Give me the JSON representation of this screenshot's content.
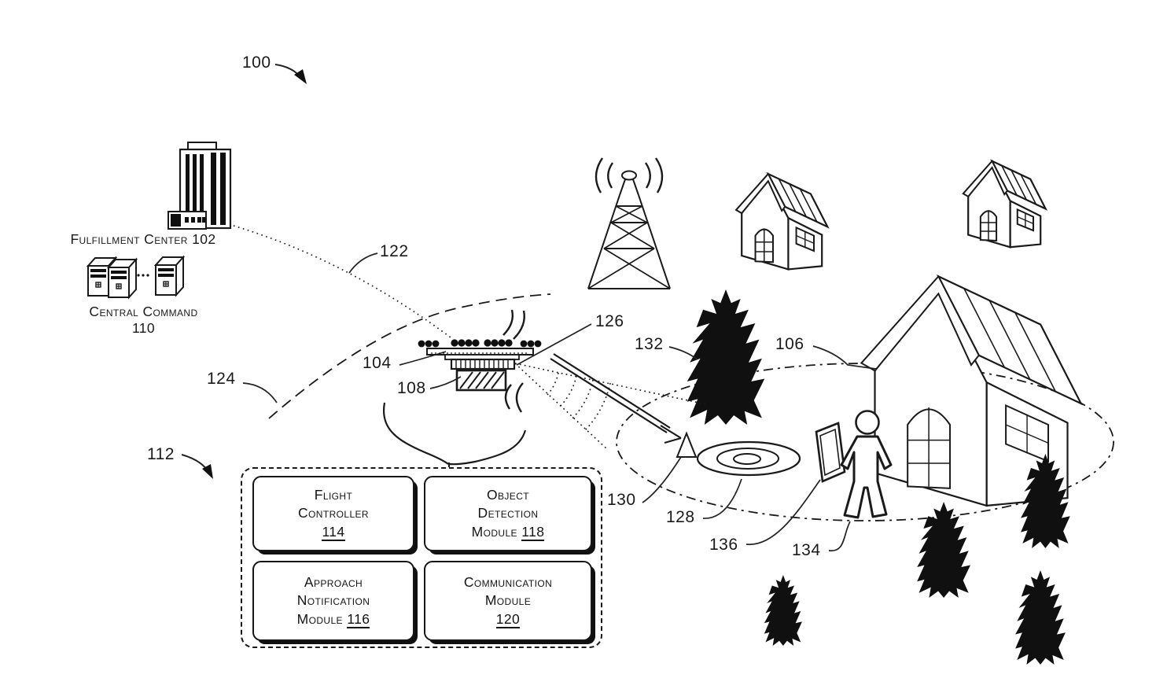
{
  "diagram": {
    "figure_ref": "100",
    "fulfillment_center": {
      "caption": "Fulfillment Center",
      "number": "102"
    },
    "central_command": {
      "caption": "Central Command",
      "number": "110"
    },
    "refs": {
      "drone": "104",
      "house": "106",
      "package": "108",
      "modules_group": "112",
      "trajectory": "122",
      "flight_path": "124",
      "sensor_cone": "126",
      "landing_pad": "128",
      "marker": "130",
      "tree": "132",
      "person": "134",
      "tablet": "136"
    },
    "modules": {
      "flight_controller": {
        "lines": [
          "Flight",
          "Controller"
        ],
        "prefix": "",
        "number": "114"
      },
      "object_detection": {
        "lines": [
          "Object",
          "Detection"
        ],
        "prefix": "Module ",
        "number": "118"
      },
      "approach_notification": {
        "lines": [
          "Approach",
          "Notification"
        ],
        "prefix": "Module ",
        "number": "116"
      },
      "communication": {
        "lines": [
          "Communication",
          "Module"
        ],
        "prefix": "",
        "number": "120"
      }
    },
    "icons": {
      "office-building-icon": "striped high-rise with annex",
      "server-towers-icon": "three computer towers",
      "drone-icon": "multi-rotor UAV",
      "package-icon": "hatched box under drone",
      "radio-tower-icon": "lattice antenna tower with waves",
      "house-icon": "gabled house",
      "pine-tree-icon": "solid pine tree",
      "landing-pad-icon": "concentric ellipses target",
      "cone-marker-icon": "small triangle marker",
      "person-icon": "human figure",
      "tablet-icon": "handheld tablet",
      "signal-waves-icon": "curved signal arcs",
      "delivery-arrow-icon": "hollow descent arrow"
    },
    "line_color": "#1a1a1a"
  }
}
